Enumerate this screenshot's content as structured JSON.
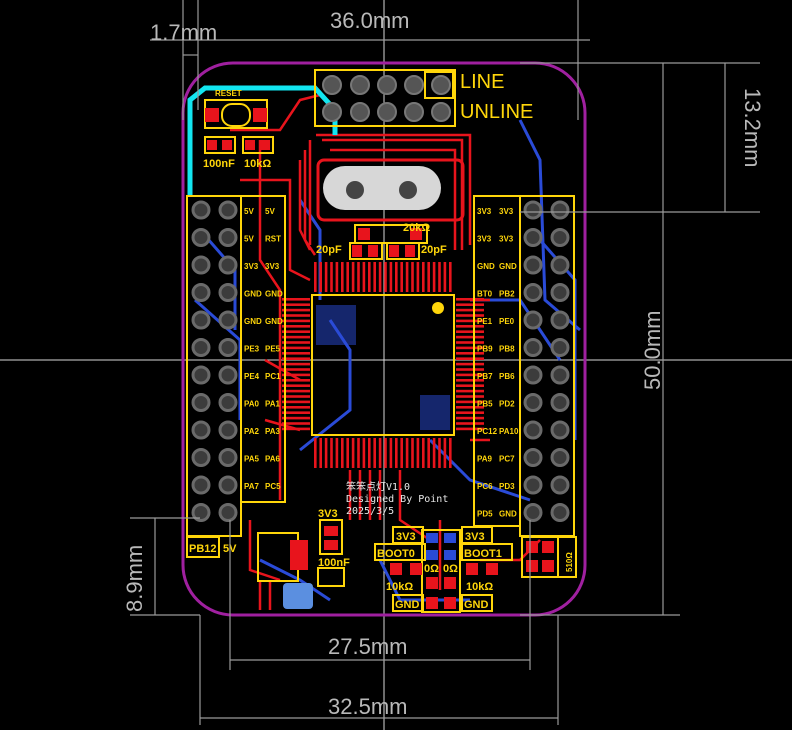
{
  "dimensions": {
    "offset_label": "1.7mm",
    "width_top": "36.0mm",
    "height_right": "50.0mm",
    "height_top_right": "13.2mm",
    "height_bottom_left": "8.9mm",
    "width_inner": "27.5mm",
    "width_bottom": "32.5mm"
  },
  "silkscreen": {
    "reset": "RESET",
    "cap_100nf": "100nF",
    "res_10k": "10kΩ",
    "line": "LINE",
    "unline": "UNLINE",
    "res_20k": "20kΩ",
    "cap_20pf_left": "20pF",
    "cap_20pf_right": "20pF",
    "label_3v3": "3V3",
    "cap_100nf_bottom": "100nF",
    "boot0": "BOOT0",
    "boot1": "BOOT1",
    "res_10k_b0": "10kΩ",
    "res_10k_b1": "10kΩ",
    "res_0a": "0Ω",
    "res_0b": "0Ω",
    "gnd_a": "GND",
    "gnd_b": "GND",
    "res_510": "510Ω",
    "pb12": "PB12",
    "label_5v_bottom": "5V",
    "v3_a": "3V3",
    "v3_b": "3V3",
    "designed_line1": "笨笨点灯V1.0",
    "designed_line2": "Designed By Point",
    "designed_line3": "2025/3/5"
  },
  "left_header_pins": [
    "5V",
    "5V",
    "3V3",
    "GND",
    "GND",
    "PE3",
    "PE4",
    "PA0",
    "PA2",
    "PA5",
    "PA7"
  ],
  "left_header_pins_b": [
    "5V",
    "RST",
    "3V3",
    "GND",
    "GND",
    "PE5",
    "PC1",
    "PA1",
    "PA3",
    "PA6",
    "PC5"
  ],
  "right_header_pins": [
    "3V3",
    "3V3",
    "GND",
    "BT0",
    "PE1",
    "PB9",
    "PB7",
    "PB5",
    "PC12",
    "PA9",
    "PC6",
    "PD5"
  ],
  "right_header_pins_b": [
    "3V3",
    "3V3",
    "GND",
    "PB2",
    "PE0",
    "PB8",
    "PB6",
    "PD2",
    "PA10",
    "PC7",
    "PD3",
    "GND"
  ],
  "colors": {
    "board_outline": "#a020a0",
    "silkscreen": "#ffd60a",
    "top_copper": "#e8141c",
    "bottom_copper": "#2a4bd7",
    "highlight_net": "#12e6f0",
    "dimension": "#9a9a9a"
  }
}
